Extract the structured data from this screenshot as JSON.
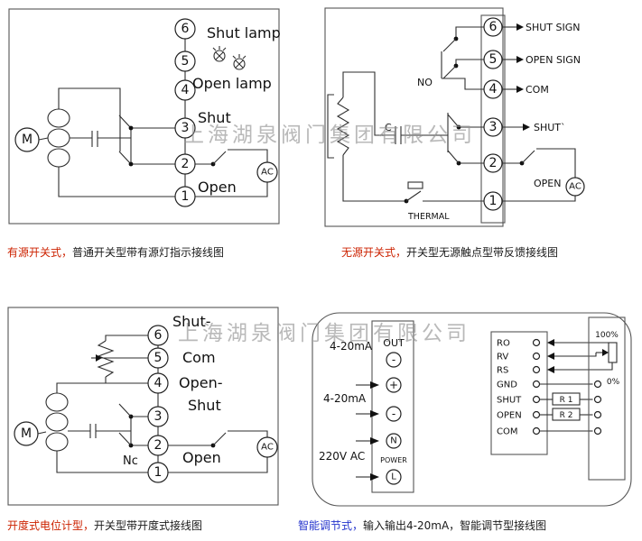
{
  "watermark": {
    "text": "上海湖泉阀门集团有限公司",
    "color": "#8f8f8f"
  },
  "colors": {
    "caption_red": "#cc2200",
    "caption_blue": "#2333cc",
    "wire": "#2e2e2e"
  },
  "captions": [
    {
      "label": "有源开关式，",
      "text": "普通开关型带有源灯指示接线图"
    },
    {
      "label": "无源开关式，",
      "text": "开关型无源触点型带反馈接线图"
    },
    {
      "label": "开度式电位计型，",
      "text": "开关型带开度式接线图"
    },
    {
      "label": "智能调节式，",
      "text": "输入输出4-20mA，智能调节型接线图"
    }
  ],
  "diagram_active": {
    "terminals": [
      "6",
      "5",
      "4",
      "3",
      "2",
      "1"
    ],
    "shut_lamp": "Shut lamp",
    "open_lamp": "Open lamp",
    "shut": "Shut",
    "open": "Open",
    "motor": "M",
    "ac": "AC"
  },
  "diagram_passive": {
    "terminals": [
      "6",
      "5",
      "4",
      "3",
      "2",
      "1"
    ],
    "shut_sign": "SHUT SIGN",
    "open_sign": "OPEN SIGN",
    "com": "COM",
    "shut": "SHUT`",
    "open": "OPEN",
    "no": "NO",
    "thermal": "THERMAL",
    "cap": "C",
    "ac": "AC"
  },
  "diagram_pot": {
    "terminals": [
      "6",
      "5",
      "4",
      "3",
      "2",
      "1"
    ],
    "shut_minus": "Shut-",
    "com": "Com",
    "open_minus": "Open-",
    "shut": "Shut",
    "nc": "Nc",
    "open": "Open",
    "motor": "M",
    "ac": "AC"
  },
  "diagram_smart": {
    "out_label": "OUT",
    "power_label": "POWER",
    "strip_terminals": [
      "-",
      "+",
      "-",
      "N",
      "L"
    ],
    "ma_out": "4-20mA",
    "ma_in": "4-20mA",
    "supply": "220V AC",
    "right_terms": [
      "RO",
      "RV",
      "RS",
      "GND",
      "SHUT",
      "OPEN",
      "COM"
    ],
    "r1": "R 1",
    "r2": "R 2",
    "p100": "100%",
    "p0": "0%"
  }
}
